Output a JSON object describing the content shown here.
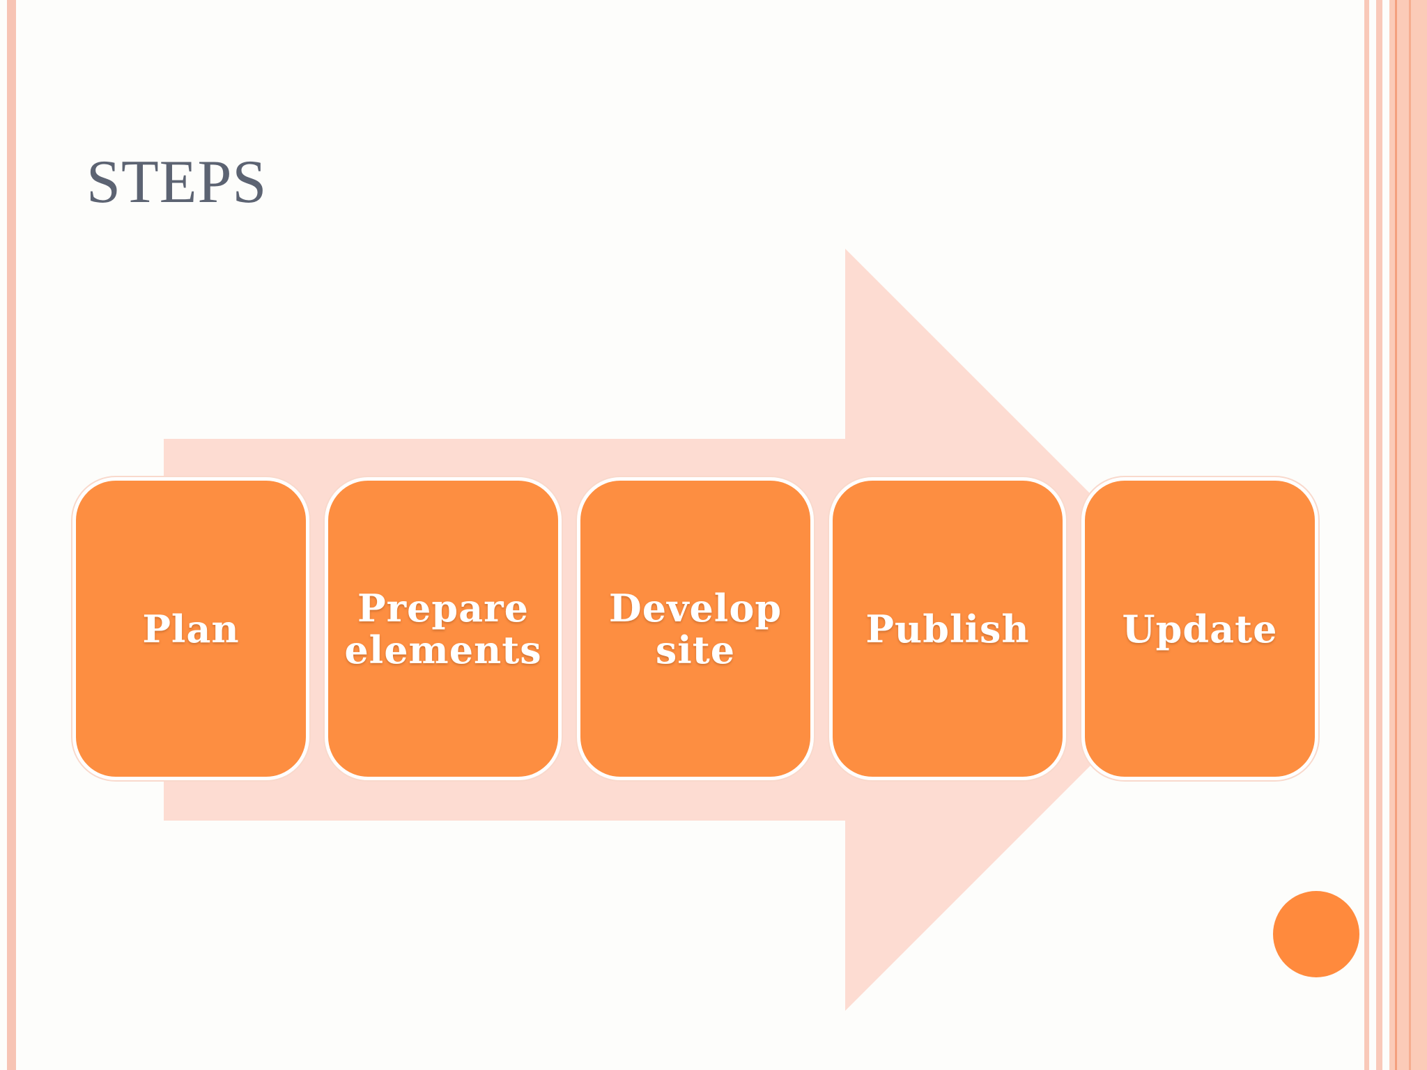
{
  "slide": {
    "title": "STEPS"
  },
  "diagram": {
    "steps": [
      {
        "label": "Plan"
      },
      {
        "label": "Prepare\nelements"
      },
      {
        "label": "Develop\nsite"
      },
      {
        "label": "Publish"
      },
      {
        "label": "Update"
      }
    ]
  },
  "colors": {
    "arrow_fill": "#fddcd2",
    "box_fill": "#fd8e41",
    "title_color": "#5c6372",
    "accent_dot": "#ff8a3d",
    "stripe": "#f7c4b4"
  }
}
